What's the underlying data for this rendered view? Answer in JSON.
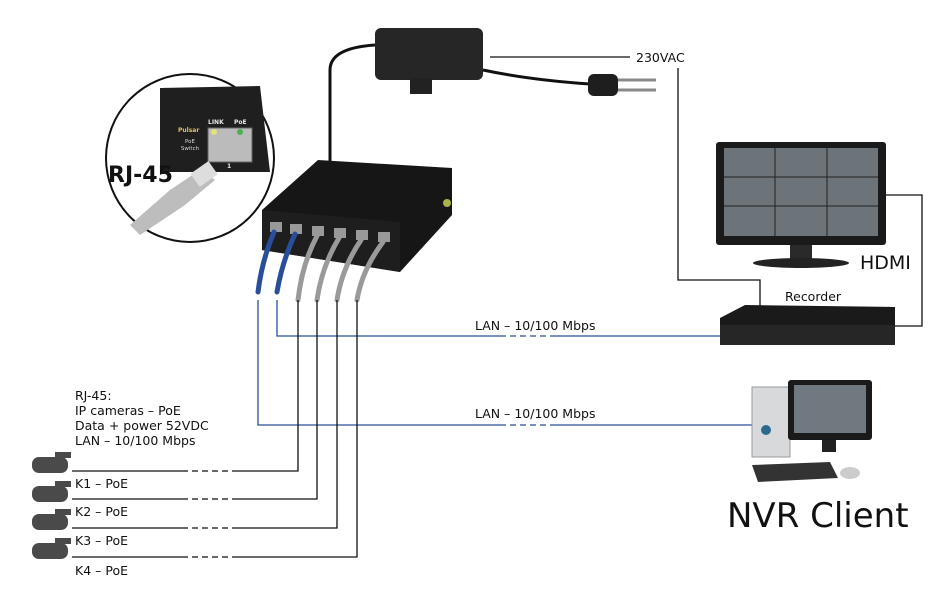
{
  "labels": {
    "power": "230VAC",
    "hdmi": "HDMI",
    "recorder": "Recorder",
    "lan_recorder": "LAN – 10/100 Mbps",
    "lan_client": "LAN – 10/100 Mbps",
    "nvr_client": "NVR Client",
    "rj45_callout": "RJ-45",
    "legend": [
      "RJ-45:",
      "IP cameras – PoE",
      "Data + power 52VDC",
      "LAN – 10/100 Mbps"
    ],
    "cameras": [
      "K1 – PoE",
      "K2 – PoE",
      "K3 – PoE",
      "K4 – PoE"
    ]
  },
  "device_text": {
    "brand": "Pulsar",
    "switch": "PoE Switch",
    "link": "LINK",
    "poe": "PoE",
    "port": "1"
  },
  "colors": {
    "uplink_cable": "#2a4f9a",
    "poe_cable": "#9a9a9a",
    "wire": "#111111",
    "device": "#1c1c1c"
  }
}
